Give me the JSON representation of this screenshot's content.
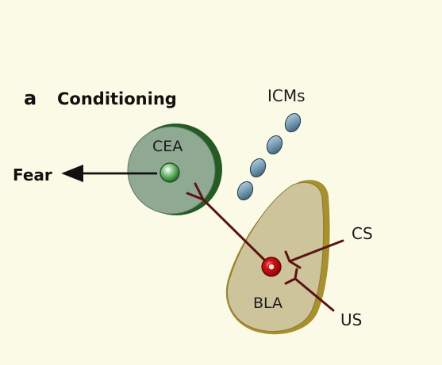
{
  "panel": {
    "letter": "a",
    "title": "Conditioning"
  },
  "labels": {
    "cea": "CEA",
    "bla": "BLA",
    "icms": "ICMs",
    "fear": "Fear",
    "cs": "CS",
    "us": "US"
  },
  "colors": {
    "background": "#fbfae6",
    "cea_fill": "#8faa94",
    "cea_edge": "#2f5a2f",
    "bla_fill": "#cfc6a0",
    "bla_edge": "#a08a30",
    "neuron_green": "#2e7d32",
    "neuron_red": "#d32020",
    "icm_fill": "#7fa3b8",
    "connection": "#5a1010"
  }
}
